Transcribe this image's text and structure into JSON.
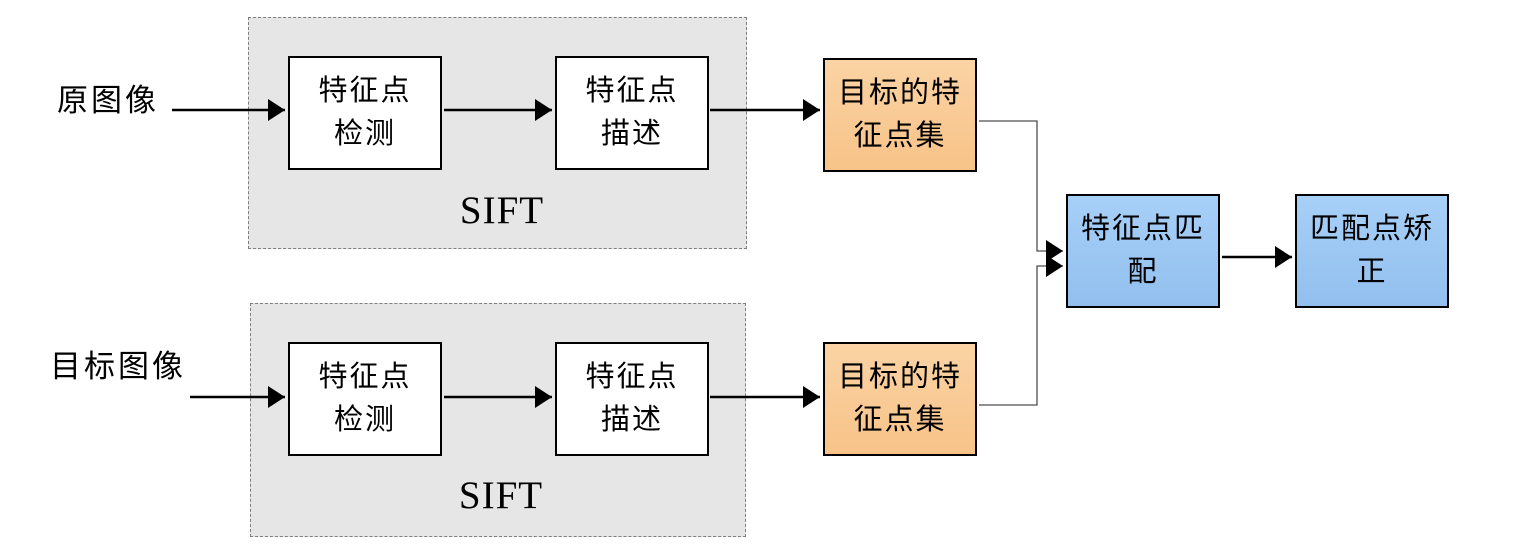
{
  "diagram": {
    "type": "flowchart",
    "labels": {
      "source_image": "原图像",
      "target_image": "目标图像",
      "sift": "SIFT"
    },
    "nodes": {
      "feature_detect": {
        "line1": "特征点",
        "line2": "检测"
      },
      "feature_describe": {
        "line1": "特征点",
        "line2": "描述"
      },
      "feature_set": {
        "line1": "目标的特",
        "line2": "征点集"
      },
      "feature_match": {
        "line1": "特征点匹",
        "line2": "配"
      },
      "match_rectify": {
        "line1": "匹配点矫",
        "line2": "正"
      }
    },
    "colors": {
      "sift_group_fill": "#e6e6e6",
      "sift_group_border": "#7f7f7f",
      "process_box_fill": "#ffffff",
      "feature_set_fill": "#f9cb94",
      "result_box_fill": "#9cc8f4",
      "box_border": "#000000",
      "arrow": "#000000",
      "thin_connector": "#4d4d4d"
    }
  }
}
